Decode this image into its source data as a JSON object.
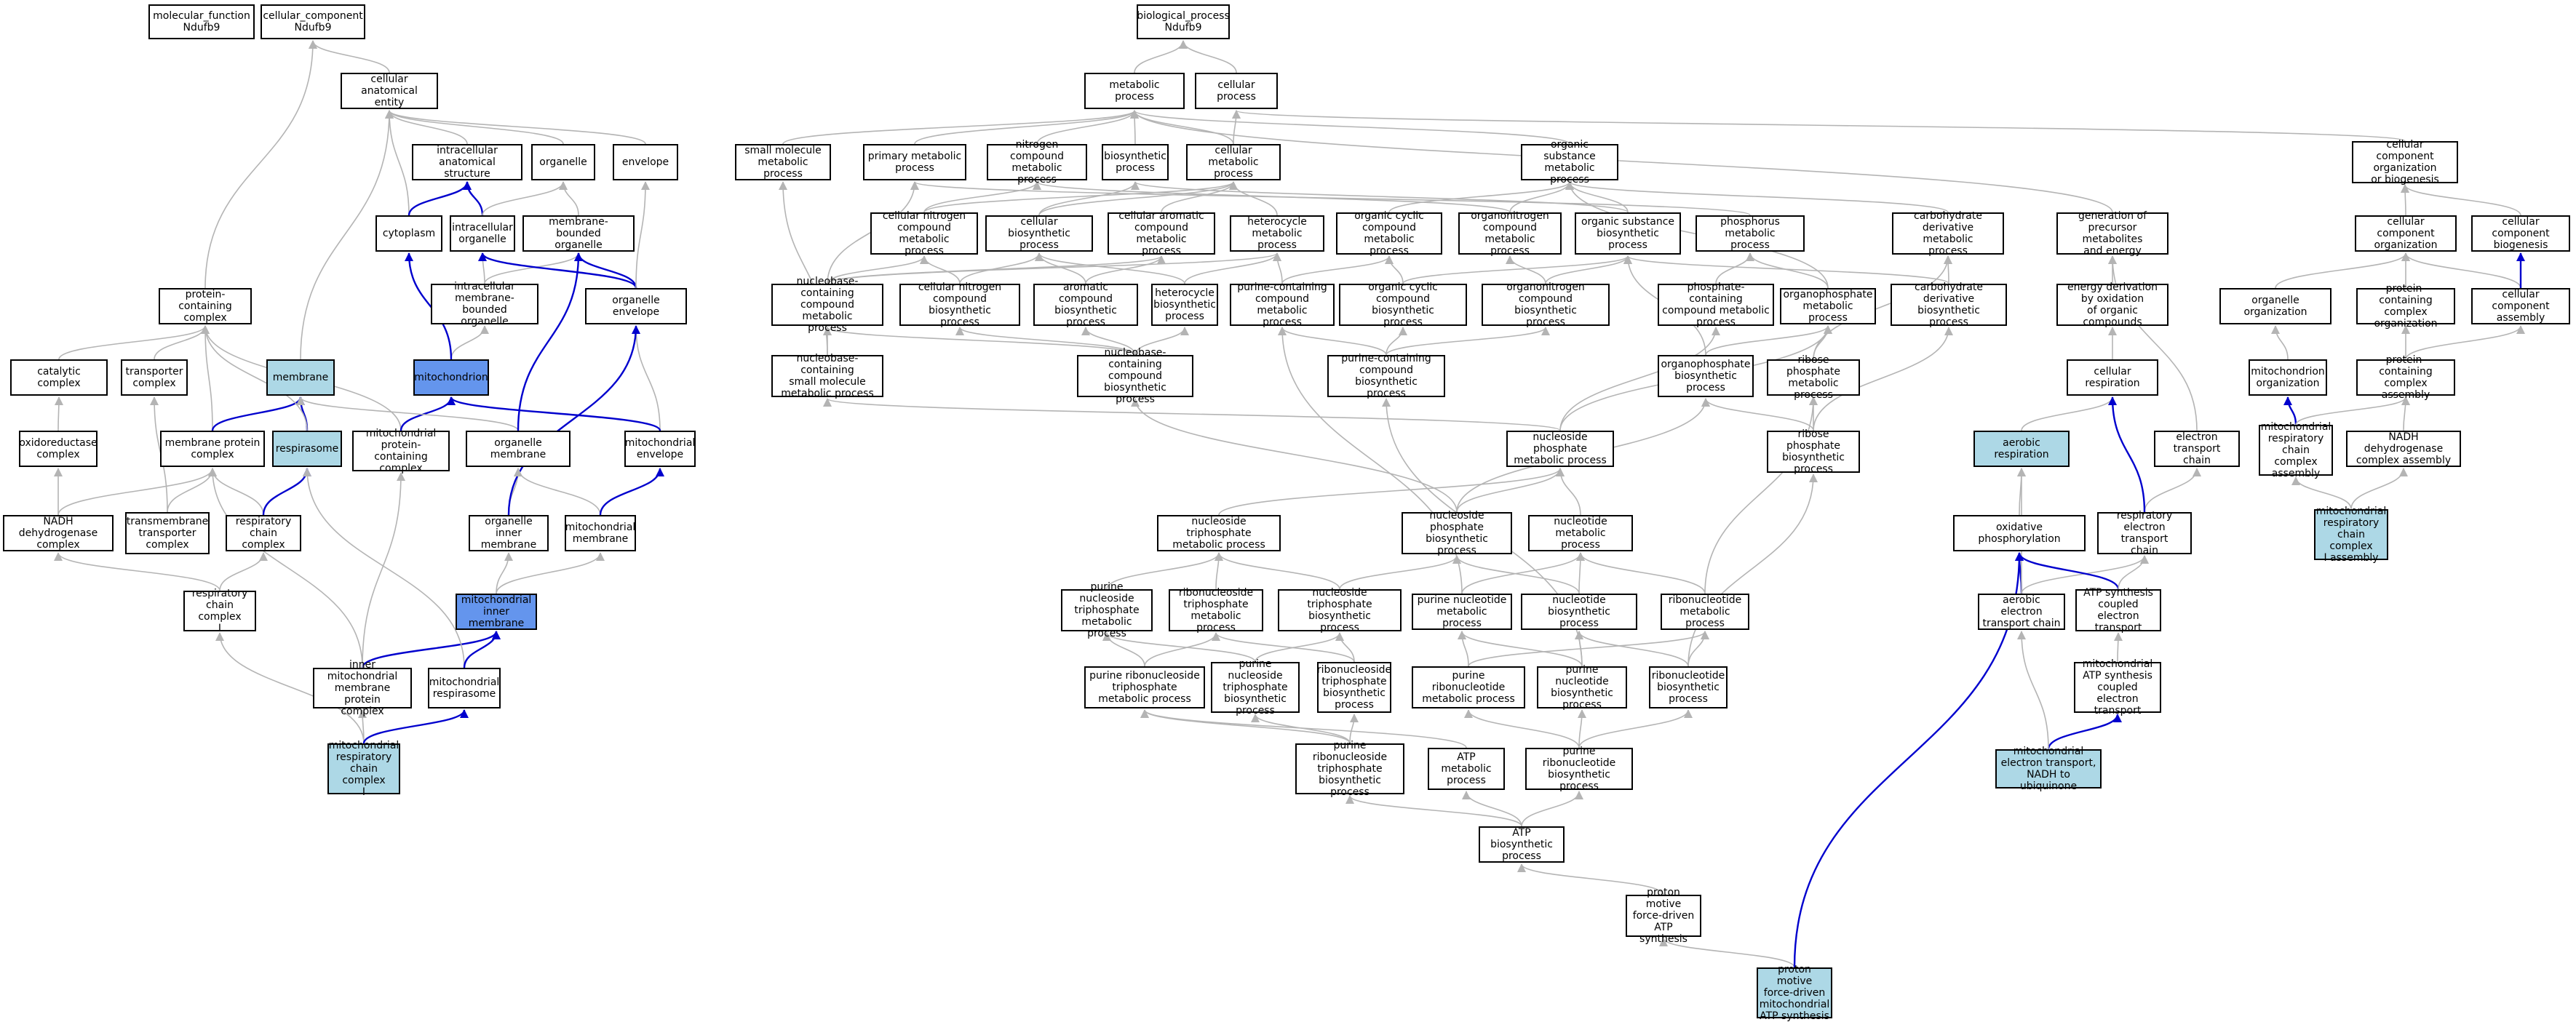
{
  "colors": {
    "edge_is_a": "#b4b4b4",
    "edge_part_of": "#0000cd",
    "node_highlight": "#add8e6",
    "node_highlight_strong": "#6495ed"
  },
  "nodes": {
    "mf": "molecular_function\nNdufb9",
    "cc": "cellular_component\nNdufb9",
    "bp": "biological_process\nNdufb9",
    "cae": "cellular anatomical\nentity",
    "ias": "intracellular\nanatomical structure",
    "organelle": "organelle",
    "envelope": "envelope",
    "cytoplasm": "cytoplasm",
    "icorg": "intracellular\norganelle",
    "mbo": "membrane-bounded\norganelle",
    "imbo": "intracellular\nmembrane-bounded\norganelle",
    "orgenv": "organelle envelope",
    "pcc": "protein-containing\ncomplex",
    "catcx": "catalytic complex",
    "transcx": "transporter\ncomplex",
    "membrane": "membrane",
    "mito": "mitochondrion",
    "oxred": "oxidoreductase\ncomplex",
    "mpc": "membrane protein\ncomplex",
    "respirasome": "respirasome",
    "mpcc": "mitochondrial\nprotein-containing\ncomplex",
    "orgmem": "organelle membrane",
    "mitoenv": "mitochondrial\nenvelope",
    "nadhdh": "NADH dehydrogenase\ncomplex",
    "tmtc": "transmembrane\ntransporter\ncomplex",
    "rcc": "respiratory\nchain complex",
    "oim": "organelle inner\nmembrane",
    "mitomem": "mitochondrial\nmembrane",
    "rcc1": "respiratory\nchain complex\nI",
    "mim": "mitochondrial\ninner membrane",
    "imm_pc": "inner mitochondrial\nmembrane protein\ncomplex",
    "mresp": "mitochondrial\nrespirasome",
    "mrcc1": "mitochondrial\nrespiratory\nchain complex\nI",
    "metab": "metabolic process",
    "cellproc": "cellular process",
    "smmp": "small molecule\nmetabolic process",
    "pmp": "primary metabolic\nprocess",
    "ncmp": "nitrogen compound\nmetabolic process",
    "biosyn": "biosynthetic\nprocess",
    "cmp": "cellular metabolic\nprocess",
    "osmp": "organic substance\nmetabolic process",
    "ccob": "cellular component\norganization\nor biogenesis",
    "cncmp": "cellular nitrogen\ncompound metabolic\nprocess",
    "cbp": "cellular biosynthetic\nprocess",
    "cacmp": "cellular aromatic\ncompound metabolic\nprocess",
    "hmp": "heterocycle\nmetabolic process",
    "occmp": "organic cyclic\ncompound metabolic\nprocess",
    "onmp": "organonitrogen\ncompound metabolic\nprocess",
    "osbp": "organic substance\nbiosynthetic\nprocess",
    "phosmp": "phosphorus metabolic\nprocess",
    "cdmp": "carbohydrate\nderivative metabolic\nprocess",
    "gpme": "generation of\nprecursor metabolites\nand energy",
    "cco": "cellular component\norganization",
    "ccb": "cellular component\nbiogenesis",
    "nbcmp": "nucleobase-containing\ncompound metabolic\nprocess",
    "cncbp": "cellular nitrogen\ncompound biosynthetic\nprocess",
    "acbp": "aromatic compound\nbiosynthetic\nprocess",
    "hbp": "heterocycle\nbiosynthetic\nprocess",
    "pcmp": "purine-containing\ncompound metabolic\nprocess",
    "occbp": "organic cyclic\ncompound biosynthetic\nprocess",
    "oncbp": "organonitrogen\ncompound biosynthetic\nprocess",
    "pcompmp": "phosphate-containing\ncompound metabolic\nprocess",
    "opmp": "organophosphate\nmetabolic process",
    "cdbp": "carbohydrate\nderivative biosynthetic\nprocess",
    "edoc": "energy derivation\nby oxidation\nof organic compounds",
    "orgorg": "organelle organization",
    "pcco": "protein-containing\ncomplex organization",
    "cca": "cellular component\nassembly",
    "nbcsmmp": "nucleobase-containing\nsmall molecule\nmetabolic process",
    "nbcbp": "nucleobase-containing\ncompound biosynthetic\nprocess",
    "pcbp": "purine-containing\ncompound biosynthetic\nprocess",
    "opbp": "organophosphate\nbiosynthetic\nprocess",
    "rpmp": "ribose phosphate\nmetabolic process",
    "cellresp": "cellular respiration",
    "mitoorg": "mitochondrion\norganization",
    "pcca": "protein-containing\ncomplex assembly",
    "npmp": "nucleoside phosphate\nmetabolic process",
    "aerresp": "aerobic respiration",
    "etc": "electron transport\nchain",
    "mrcca": "mitochondrial\nrespiratory\nchain complex\nassembly",
    "nadhdha": "NADH dehydrogenase\ncomplex assembly",
    "rpbp": "ribose phosphate\nbiosynthetic\nprocess",
    "mrcc1a": "mitochondrial\nrespiratory\nchain complex\nI assembly",
    "ntpmp": "nucleoside triphosphate\nmetabolic process",
    "npbp": "nucleoside phosphate\nbiosynthetic\nprocess",
    "nucmp": "nucleotide metabolic\nprocess",
    "oxphos": "oxidative phosphorylation",
    "retc": "respiratory\nelectron transport\nchain",
    "pntpmp": "purine nucleoside\ntriphosphate\nmetabolic process",
    "rntpmp": "ribonucleoside\ntriphosphate\nmetabolic process",
    "ntpbp": "nucleoside triphosphate\nbiosynthetic\nprocess",
    "pnucmp": "purine nucleotide\nmetabolic process",
    "nucbp": "nucleotide biosynthetic\nprocess",
    "rnucmp": "ribonucleotide\nmetabolic process",
    "aetc": "aerobic electron\ntransport chain",
    "atpscet": "ATP synthesis\ncoupled electron\ntransport",
    "prntpmp": "purine ribonucleoside\ntriphosphate\nmetabolic process",
    "pntpbp": "purine nucleoside\ntriphosphate\nbiosynthetic\nprocess",
    "rntpbp": "ribonucleoside\ntriphosphate\nbiosynthetic\nprocess",
    "prnucmp": "purine ribonucleotide\nmetabolic process",
    "pnucbp": "purine nucleotide\nbiosynthetic\nprocess",
    "rnucbp": "ribonucleotide\nbiosynthetic\nprocess",
    "matpscet": "mitochondrial\nATP synthesis\ncoupled electron\ntransport",
    "prntpbp": "purine ribonucleoside\ntriphosphate\nbiosynthetic\nprocess",
    "atpmp": "ATP metabolic\nprocess",
    "prnucbp": "purine ribonucleotide\nbiosynthetic\nprocess",
    "metnadh": "mitochondrial\nelectron transport,\nNADH to ubiquinone",
    "atpbp": "ATP biosynthetic\nprocess",
    "pmfatp": "proton motive\nforce-driven\nATP synthesis",
    "pmfmatp": "proton motive\nforce-driven\nmitochondrial\nATP synthesis"
  }
}
